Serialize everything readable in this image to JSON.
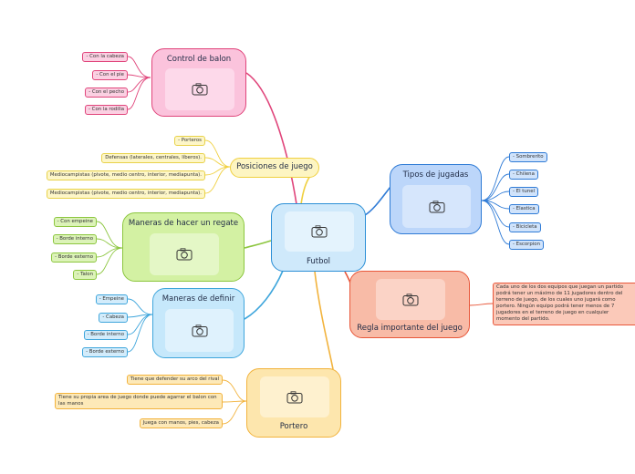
{
  "colors": {
    "center": "#2b8fd6",
    "control": "#e0457b",
    "posiciones": "#f0d040",
    "maneras_regate": "#8cc63f",
    "maneras_definir": "#3fa6dc",
    "portero": "#f2b33d",
    "tipos": "#2f7bd6",
    "regla": "#e8573a"
  },
  "center": {
    "label": "Futbol",
    "icon": "camera-icon"
  },
  "control": {
    "label": "Control de balon",
    "items": [
      "- Con la cabeza",
      "- Con el pie",
      "- Con el pecho",
      "- Con la rodilla"
    ]
  },
  "posiciones": {
    "label": "Posiciones de juego",
    "items": [
      "- Porteros",
      "Defensas (laterales, centrales, líberos).",
      "Mediocampistas (pivote, medio centro, interior, mediapunta).",
      "Mediocampistas (pivote, medio centro, interior, mediapunta)."
    ]
  },
  "regate": {
    "label": "Maneras de hacer un regate",
    "items": [
      "- Con empeine",
      "- Borde interno",
      "- Borde externo",
      "- Talon"
    ]
  },
  "definir": {
    "label": "Maneras de definir",
    "items": [
      "- Empeine",
      "- Cabeza",
      "- Borde interno",
      "- Borde externo"
    ]
  },
  "portero": {
    "label": "Portero",
    "items": [
      "Tiene que defender su arco del rival",
      "Tiene su propia area de juego donde puede agarrar el balon con las manos",
      "Juega con manos, pies, cabeza"
    ]
  },
  "tipos": {
    "label": "Tipos de jugadas",
    "items": [
      "- Sombrerito",
      "- Chilena",
      "- El tunel",
      "- Elastica",
      "- Bicicleta",
      "- Escorpion"
    ]
  },
  "regla": {
    "label": "Regla importante del juego",
    "note": "Cada uno de los dos equipos que juegan un partido podrá tener un máximo de 11 jugadores dentro del terreno de juego, de los cuales uno jugará como portero. Ningún equipo podrá tener menos de 7 jugadores en el terreno de juego en cualquier momento del partido."
  }
}
